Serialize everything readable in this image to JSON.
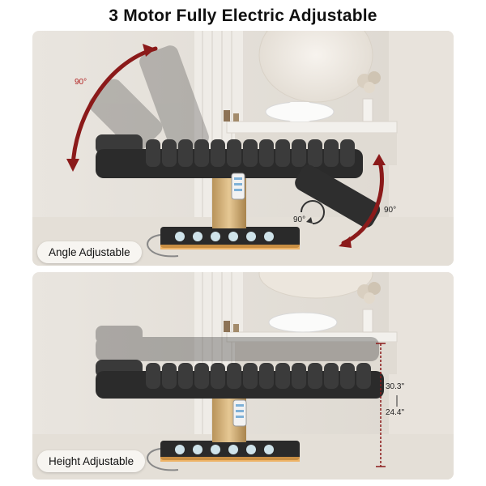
{
  "title": "3 Motor Fully Electric Adjustable",
  "panels": {
    "angle": {
      "label": "Angle Adjustable",
      "angle_back": "90°",
      "angle_mid": "90°",
      "angle_leg": "90°"
    },
    "height": {
      "label": "Height Adjustable",
      "height_max": "30.3\"",
      "height_min": "24.4\""
    }
  },
  "colors": {
    "arrow": "#8b1a1a",
    "bed": "#2b2b2b",
    "gold": "#c9a56a"
  }
}
